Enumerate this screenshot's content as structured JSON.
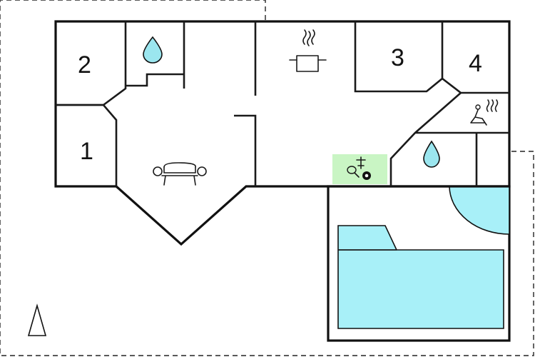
{
  "rooms": {
    "bedroom_1": "1",
    "bedroom_2": "2",
    "bedroom_3": "3",
    "bedroom_4": "4"
  },
  "icons": {
    "bathroom_1": "water-drop-icon",
    "bathroom_2": "water-drop-icon",
    "kitchen": "cooking-pot-icon",
    "living_room": "sofa-icon",
    "sauna": "sauna-icon",
    "game_room": "table-games-icon",
    "north_arrow": "north-arrow-icon"
  },
  "colors": {
    "water": "#a8f0f8",
    "water_stroke": "#111111",
    "game_room": "#c9f5c4",
    "drop": "#9be6ef"
  }
}
